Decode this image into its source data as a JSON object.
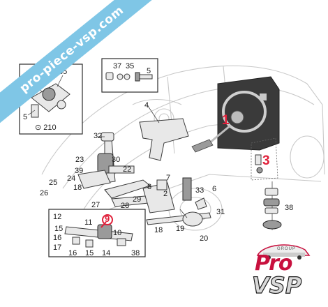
{
  "watermark": {
    "banner_text": "pro-piece-vsp.com"
  },
  "logo": {
    "line1": "Pro",
    "line2": "VSP",
    "tag": "GROUP"
  },
  "accent_colors": {
    "banner": "#7fc6e6",
    "callout_red": "#e0203a",
    "logo_red": "#c8103e"
  },
  "callouts": {
    "c35a": "35",
    "c35b": "35",
    "c5a": "5",
    "c210": "⊙ 210",
    "c37": "37",
    "c35c": "35",
    "c5b": "5",
    "c4": "4",
    "c1": "1",
    "c3": "3",
    "c32": "32",
    "c23": "23",
    "c30": "30",
    "c22": "22",
    "c39": "39",
    "c25": "25",
    "c24": "24",
    "c18a": "18",
    "c26": "26",
    "c27": "27",
    "c29": "29",
    "c28": "28",
    "c8": "8",
    "c7": "7",
    "c2": "2",
    "c33": "33",
    "c6": "6",
    "c38a": "38",
    "c31": "31",
    "c18b": "18",
    "c19": "19",
    "c20": "20",
    "c12": "12",
    "c11": "11",
    "c9": "9",
    "c15a": "15",
    "c10": "10",
    "c16a": "16",
    "c17": "17",
    "c16b": "16",
    "c15b": "15",
    "c14": "14",
    "c38b": "38"
  }
}
